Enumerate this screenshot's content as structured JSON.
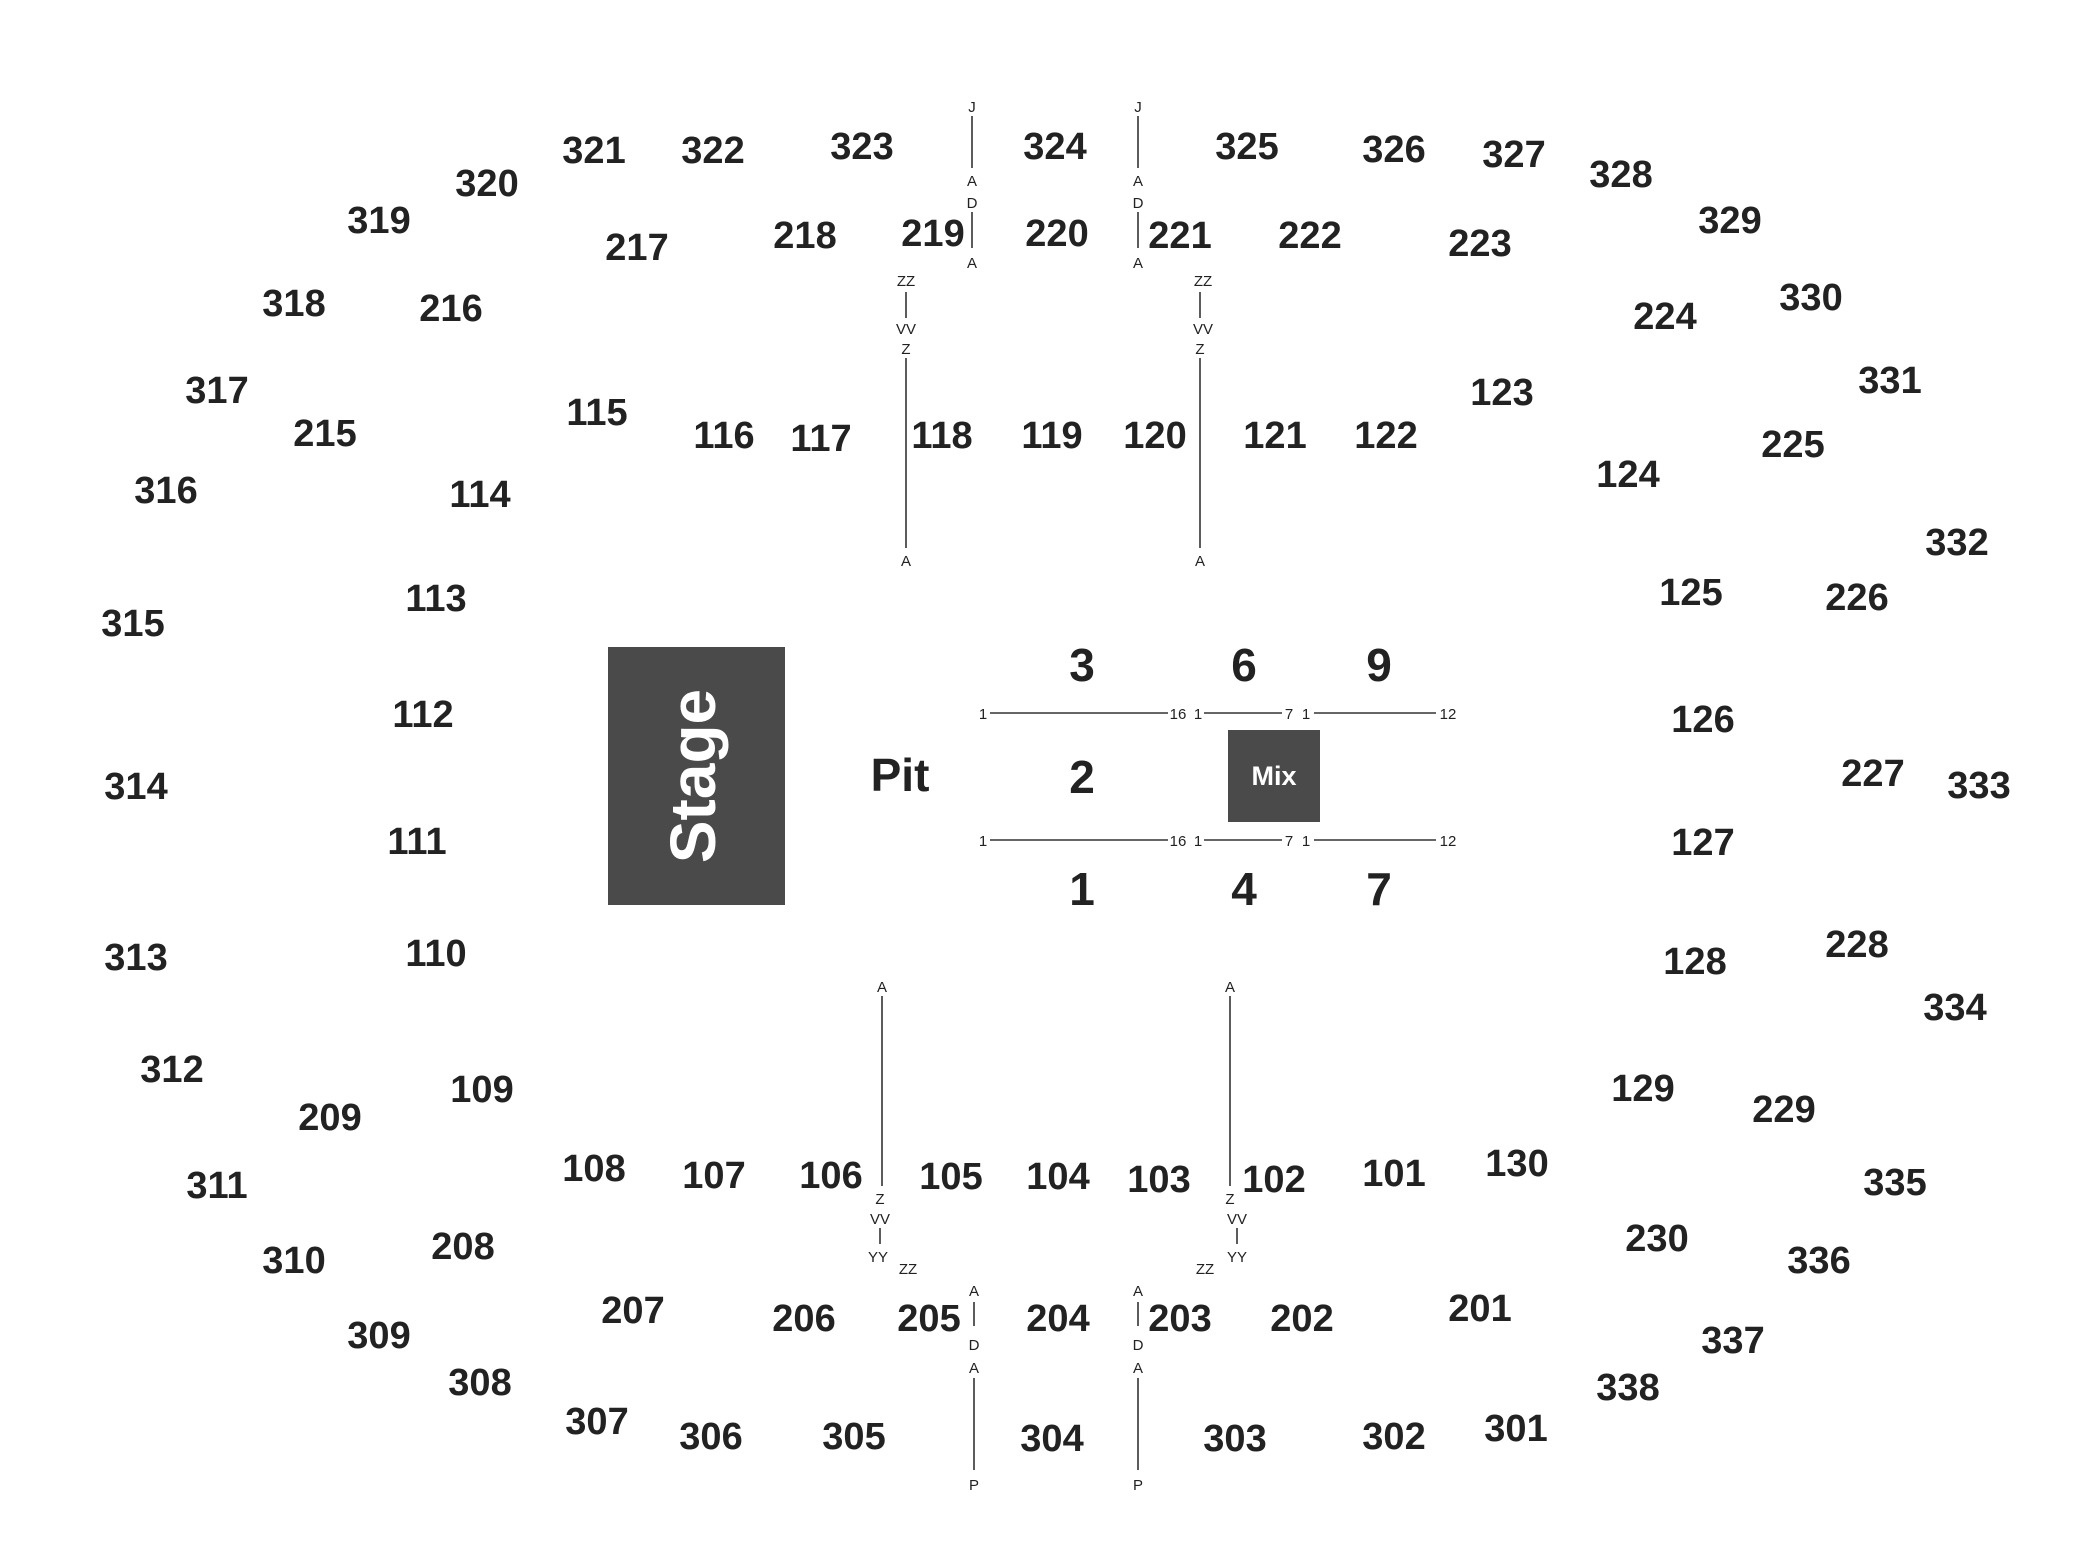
{
  "stage": {
    "label": "Stage",
    "color": "#4a4a4a"
  },
  "mix": {
    "label": "Mix",
    "color": "#4a4a4a"
  },
  "pit": {
    "label": "Pit"
  },
  "floor_sections": [
    {
      "id": "1",
      "label": "1"
    },
    {
      "id": "2",
      "label": "2"
    },
    {
      "id": "3",
      "label": "3"
    },
    {
      "id": "4",
      "label": "4"
    },
    {
      "id": "6",
      "label": "6"
    },
    {
      "id": "7",
      "label": "7"
    },
    {
      "id": "9",
      "label": "9"
    }
  ],
  "seat_ranges": {
    "top_a": [
      "1",
      "16"
    ],
    "top_b": [
      "1",
      "7"
    ],
    "top_c": [
      "1",
      "12"
    ],
    "bottom_a": [
      "1",
      "16"
    ],
    "bottom_b": [
      "1",
      "7"
    ],
    "bottom_c": [
      "1",
      "12"
    ]
  },
  "row_markers": {
    "top_left_upper": [
      "J",
      "A",
      "D",
      "A"
    ],
    "top_right_upper": [
      "J",
      "A",
      "D",
      "A"
    ],
    "top_left_lower": [
      "ZZ",
      "VV",
      "Z",
      "A"
    ],
    "top_right_lower": [
      "ZZ",
      "VV",
      "Z",
      "A"
    ],
    "bottom_left_lower": [
      "A",
      "Z",
      "VV",
      "YY",
      "ZZ"
    ],
    "bottom_right_lower": [
      "A",
      "Z",
      "VV",
      "YY",
      "ZZ"
    ],
    "bottom_left_upper": [
      "A",
      "D",
      "A",
      "P"
    ],
    "bottom_right_upper": [
      "A",
      "D",
      "A",
      "P"
    ]
  },
  "sections_100": [
    "101",
    "102",
    "103",
    "104",
    "105",
    "106",
    "107",
    "108",
    "109",
    "110",
    "111",
    "112",
    "113",
    "114",
    "115",
    "116",
    "117",
    "118",
    "119",
    "120",
    "121",
    "122",
    "123",
    "124",
    "125",
    "126",
    "127",
    "128",
    "129",
    "130"
  ],
  "sections_200": [
    "201",
    "202",
    "203",
    "204",
    "205",
    "206",
    "207",
    "208",
    "209",
    "215",
    "216",
    "217",
    "218",
    "219",
    "220",
    "221",
    "222",
    "223",
    "224",
    "225",
    "226",
    "227",
    "228",
    "229",
    "230"
  ],
  "sections_300": [
    "301",
    "302",
    "303",
    "304",
    "305",
    "306",
    "307",
    "308",
    "309",
    "310",
    "311",
    "312",
    "313",
    "314",
    "315",
    "316",
    "317",
    "318",
    "319",
    "320",
    "321",
    "322",
    "323",
    "324",
    "325",
    "326",
    "327",
    "328",
    "329",
    "330",
    "331",
    "332",
    "333",
    "334",
    "335",
    "336",
    "337",
    "338"
  ]
}
